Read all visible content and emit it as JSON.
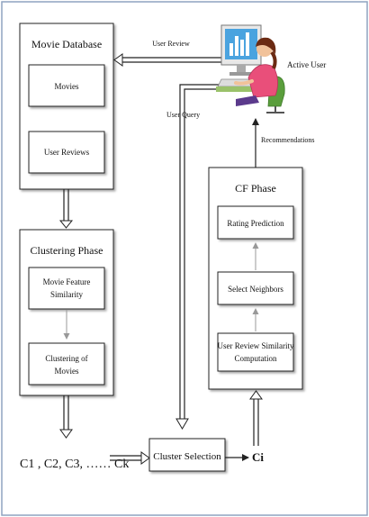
{
  "movie_database": {
    "title": "Movie Database",
    "movies": "Movies",
    "user_reviews": "User Reviews"
  },
  "clustering_phase": {
    "title": "Clustering Phase",
    "feature_line1": "Movie Feature",
    "feature_line2": "Similarity",
    "clustering_line1": "Clustering of",
    "clustering_line2": "Movies"
  },
  "cf_phase": {
    "title": "CF Phase",
    "rating_prediction": "Rating Prediction",
    "select_neighbors": "Select Neighbors",
    "similarity_line1": "User Review Similarity",
    "similarity_line2": "Computation"
  },
  "flows": {
    "user_review": "User Review",
    "user_query": "User Query",
    "recommendations": "Recommendations"
  },
  "active_user": "Active User",
  "clusters": "C1 , C2, C3, …… Ck",
  "cluster_selection": "Cluster Selection",
  "selected_cluster": "Ci"
}
